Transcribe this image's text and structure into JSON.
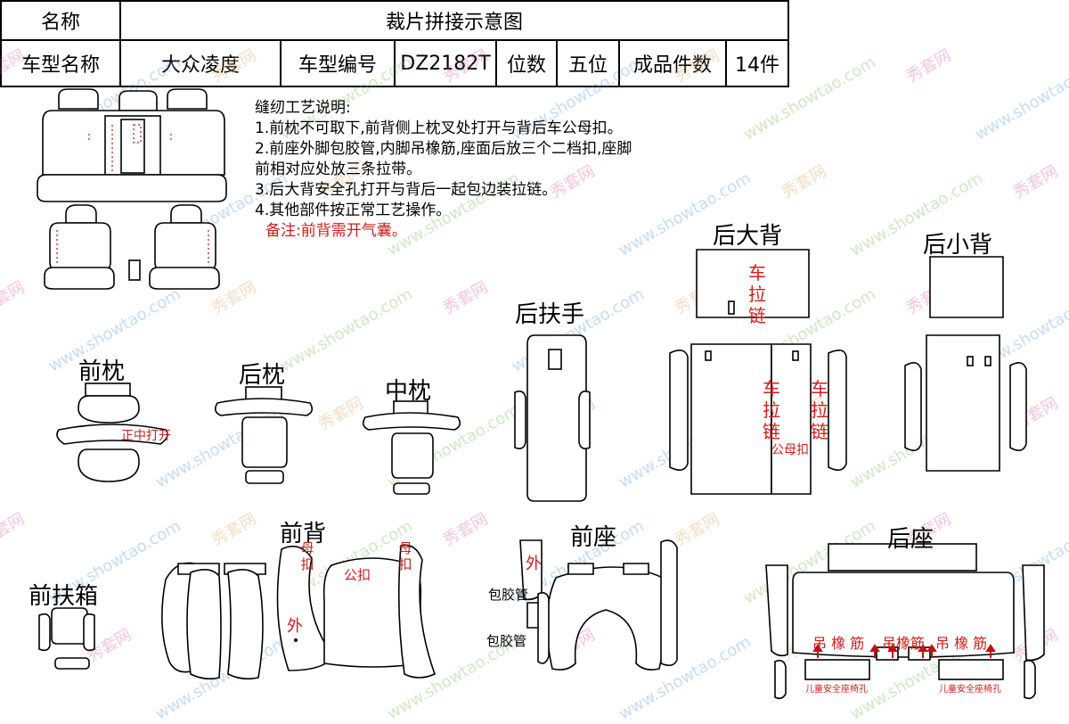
{
  "header": {
    "name_label": "名称",
    "name_value": "裁片拼接示意图",
    "model_name_label": "车型名称",
    "model_name_value": "大众凌度",
    "model_code_label": "车型编号",
    "model_code_value": "DZ2182T",
    "seats_label": "位数",
    "seats_value": "五位",
    "pieces_label": "成品件数",
    "pieces_value": "14件"
  },
  "notes": {
    "title": "缝纫工艺说明:",
    "items": [
      "1.前枕不可取下,前背侧上枕叉处打开与背后车公母扣。",
      "2.前座外脚包胶管,内脚吊橡筋,座面后放三个二档扣,座脚",
      "前相对应处放三条拉带。",
      "3.后大背安全孔打开与背后一起包边装拉链。",
      "4.其他部件按正常工艺操作。"
    ],
    "remark": "备注:前背需开气囊。"
  },
  "labels": {
    "rear_big_back": "后大背",
    "rear_small_back": "后小背",
    "rear_armrest": "后扶手",
    "front_pillow": "前枕",
    "rear_pillow": "后枕",
    "middle_pillow": "中枕",
    "front_back": "前背",
    "front_seat": "前座",
    "rear_seat": "后座",
    "front_armbox": "前扶箱"
  },
  "annotations": {
    "zipper_top": "车拉链",
    "zipper_left": "车拉链",
    "zipper_right": "车拉链",
    "snap_female_male": "公母扣",
    "front_pillow_center_open": "正中打开",
    "female_snap_left": "母扣",
    "female_snap_right": "母扣",
    "male_snap": "公扣",
    "outside_back": "外",
    "outside_seat": "外",
    "rubber_tube_1": "包胶管",
    "rubber_tube_2": "包胶管",
    "elastic_1": "吊  橡  筋",
    "elastic_2": "吊橡筋",
    "elastic_3": "吊  橡  筋",
    "safety_hole_left": "儿童安全座椅孔",
    "safety_hole_right": "儿童安全座椅孔"
  },
  "watermark": {
    "text_cn": "秀套网",
    "text_en": "www.showtao.com"
  },
  "colors": {
    "line": "#000000",
    "note_red": "#d21c1c"
  }
}
